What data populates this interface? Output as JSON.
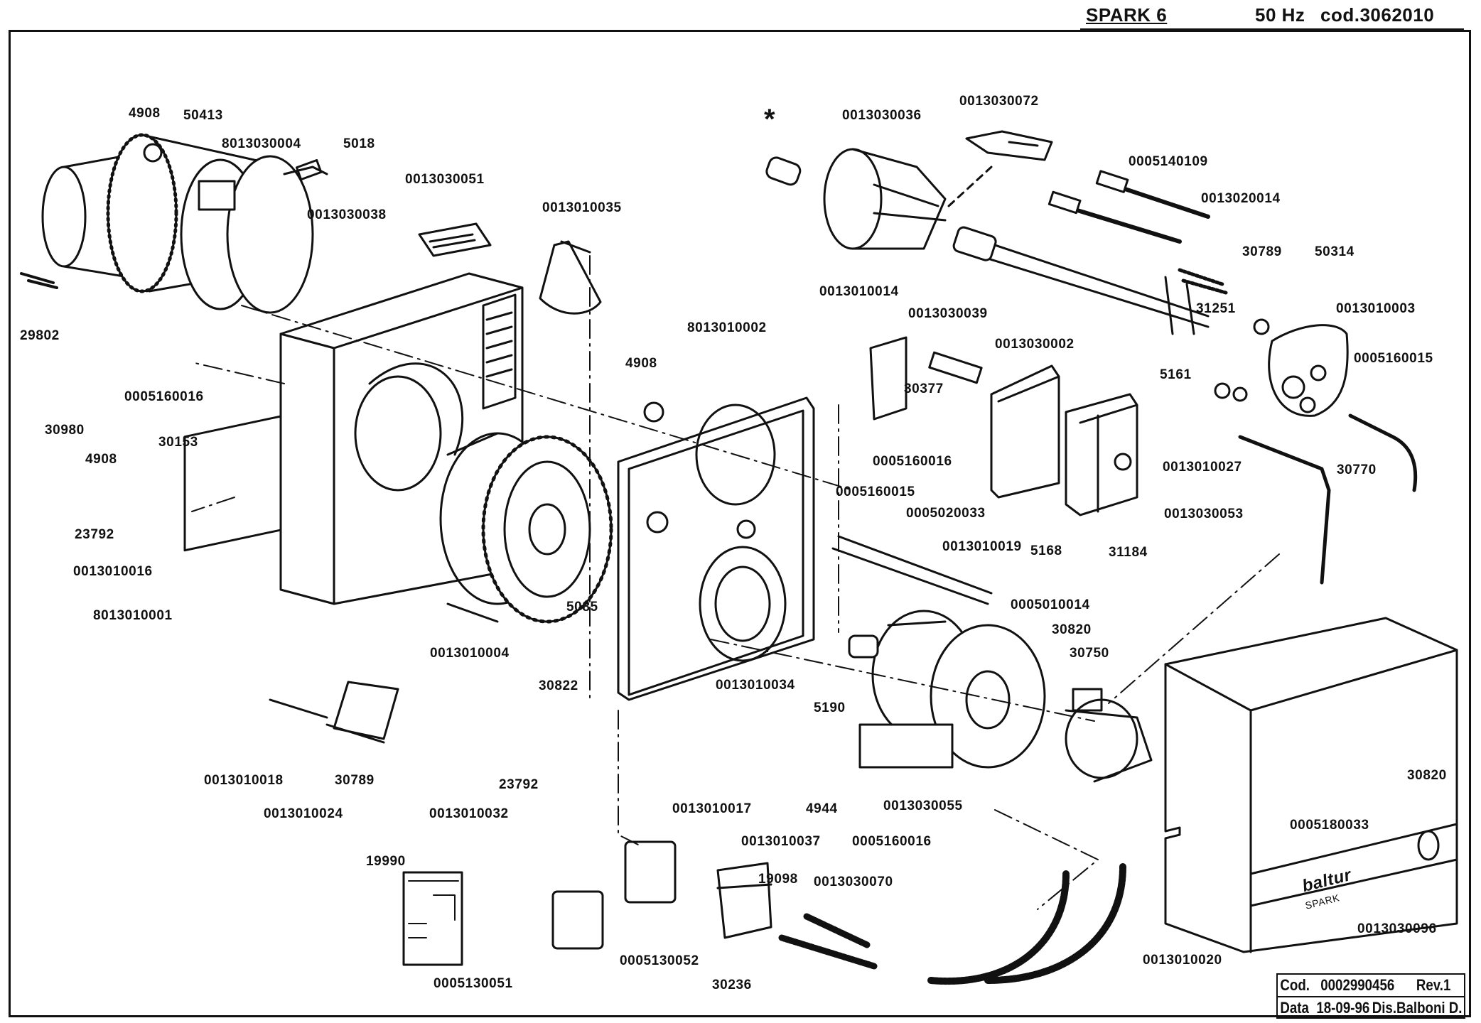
{
  "header": {
    "model": "SPARK 6",
    "frequency": "50 Hz",
    "code": "cod.3062010"
  },
  "title_block": {
    "code_label": "Cod.",
    "code_value": "0002990456",
    "revision": "Rev.1",
    "date_label": "Data",
    "date_value": "18-09-96",
    "drawn_by": "Dis.Balboni D."
  },
  "cover_branding": {
    "brand": "baltur",
    "model": "SPARK"
  },
  "special_marker": "*",
  "part_labels": [
    {
      "id": "p1",
      "text": "4908"
    },
    {
      "id": "p2",
      "text": "50413"
    },
    {
      "id": "p3",
      "text": "8013030004"
    },
    {
      "id": "p4",
      "text": "5018"
    },
    {
      "id": "p5",
      "text": "0013030051"
    },
    {
      "id": "p6",
      "text": "0013030038"
    },
    {
      "id": "p7",
      "text": "29802"
    },
    {
      "id": "p8",
      "text": "0005160016"
    },
    {
      "id": "p9",
      "text": "30980"
    },
    {
      "id": "p10",
      "text": "4908"
    },
    {
      "id": "p11",
      "text": "30153"
    },
    {
      "id": "p12",
      "text": "23792"
    },
    {
      "id": "p13",
      "text": "0013010016"
    },
    {
      "id": "p14",
      "text": "8013010001"
    },
    {
      "id": "p15",
      "text": "0013010035"
    },
    {
      "id": "p16",
      "text": "8013010002"
    },
    {
      "id": "p17",
      "text": "4908"
    },
    {
      "id": "p18",
      "text": "0013010004"
    },
    {
      "id": "p19",
      "text": "5085"
    },
    {
      "id": "p20",
      "text": "30822"
    },
    {
      "id": "p21",
      "text": "0013010018"
    },
    {
      "id": "p22",
      "text": "30789"
    },
    {
      "id": "p23",
      "text": "0013010024"
    },
    {
      "id": "p24",
      "text": "0013010032"
    },
    {
      "id": "p25",
      "text": "23792"
    },
    {
      "id": "p26",
      "text": "19990"
    },
    {
      "id": "p27",
      "text": "0005130051"
    },
    {
      "id": "p28",
      "text": "0005130052"
    },
    {
      "id": "p29",
      "text": "0013030036"
    },
    {
      "id": "p30",
      "text": "0013030072"
    },
    {
      "id": "p31",
      "text": "0005140109"
    },
    {
      "id": "p32",
      "text": "0013020014"
    },
    {
      "id": "p33",
      "text": "30789"
    },
    {
      "id": "p34",
      "text": "50314"
    },
    {
      "id": "p35",
      "text": "31251"
    },
    {
      "id": "p36",
      "text": "0013010003"
    },
    {
      "id": "p37",
      "text": "0005160015"
    },
    {
      "id": "p38",
      "text": "5161"
    },
    {
      "id": "p39",
      "text": "0013010027"
    },
    {
      "id": "p40",
      "text": "30770"
    },
    {
      "id": "p41",
      "text": "0013030053"
    },
    {
      "id": "p42",
      "text": "0013010014"
    },
    {
      "id": "p43",
      "text": "0013030039"
    },
    {
      "id": "p44",
      "text": "0013030002"
    },
    {
      "id": "p45",
      "text": "30377"
    },
    {
      "id": "p46",
      "text": "0005160016"
    },
    {
      "id": "p47",
      "text": "0005160015"
    },
    {
      "id": "p48",
      "text": "0005020033"
    },
    {
      "id": "p49",
      "text": "5168"
    },
    {
      "id": "p50",
      "text": "31184"
    },
    {
      "id": "p51",
      "text": "0013010019"
    },
    {
      "id": "p52",
      "text": "0005010014"
    },
    {
      "id": "p53",
      "text": "30820"
    },
    {
      "id": "p54",
      "text": "30750"
    },
    {
      "id": "p55",
      "text": "0013010034"
    },
    {
      "id": "p56",
      "text": "5190"
    },
    {
      "id": "p57",
      "text": "0013010017"
    },
    {
      "id": "p58",
      "text": "4944"
    },
    {
      "id": "p59",
      "text": "0013010037"
    },
    {
      "id": "p60",
      "text": "0005160016"
    },
    {
      "id": "p61",
      "text": "0013030055"
    },
    {
      "id": "p62",
      "text": "19098"
    },
    {
      "id": "p63",
      "text": "0013030070"
    },
    {
      "id": "p64",
      "text": "30236"
    },
    {
      "id": "p65",
      "text": "30820"
    },
    {
      "id": "p66",
      "text": "0005180033"
    },
    {
      "id": "p67",
      "text": "0013030096"
    },
    {
      "id": "p68",
      "text": "0013010020"
    }
  ]
}
